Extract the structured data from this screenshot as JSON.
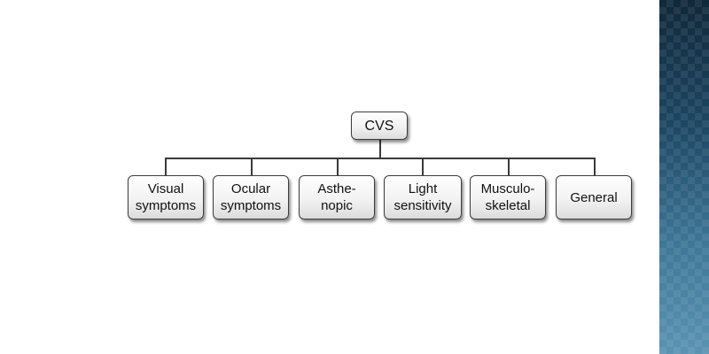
{
  "diagram": {
    "root": {
      "label": "CVS"
    },
    "children": [
      {
        "label": "Visual\nsymptoms"
      },
      {
        "label": "Ocular\nsymptoms"
      },
      {
        "label": "Asthe-\nnopic"
      },
      {
        "label": "Light\nsensitivity"
      },
      {
        "label": "Musculo-\nskeletal"
      },
      {
        "label": "General"
      }
    ]
  },
  "colors": {
    "node_border": "#3c3c3c",
    "connector": "#3a3a3a",
    "sidebar_dark": "#10283a",
    "sidebar_light": "#5b93b2"
  }
}
